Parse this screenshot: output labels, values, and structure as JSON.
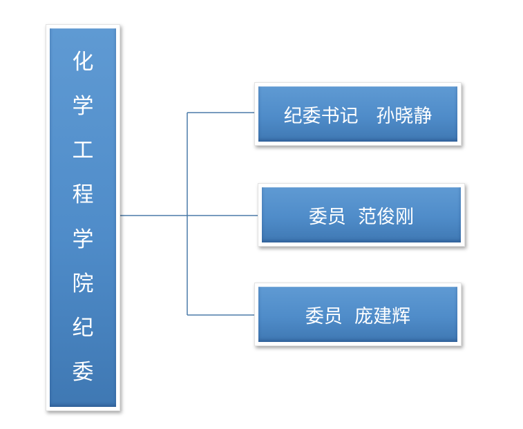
{
  "org_chart": {
    "root": {
      "chars": [
        "化",
        "学",
        "工",
        "程",
        "学",
        "院",
        "纪",
        "委"
      ]
    },
    "members": [
      {
        "label": "纪委书记   孙晓静"
      },
      {
        "label": "委员  范俊刚"
      },
      {
        "label": "委员  庞建辉"
      }
    ]
  },
  "colors": {
    "box_fill": "#4f8cc9",
    "box_border": "#ffffff",
    "connector": "#4a7aa8",
    "text": "#ffffff"
  }
}
